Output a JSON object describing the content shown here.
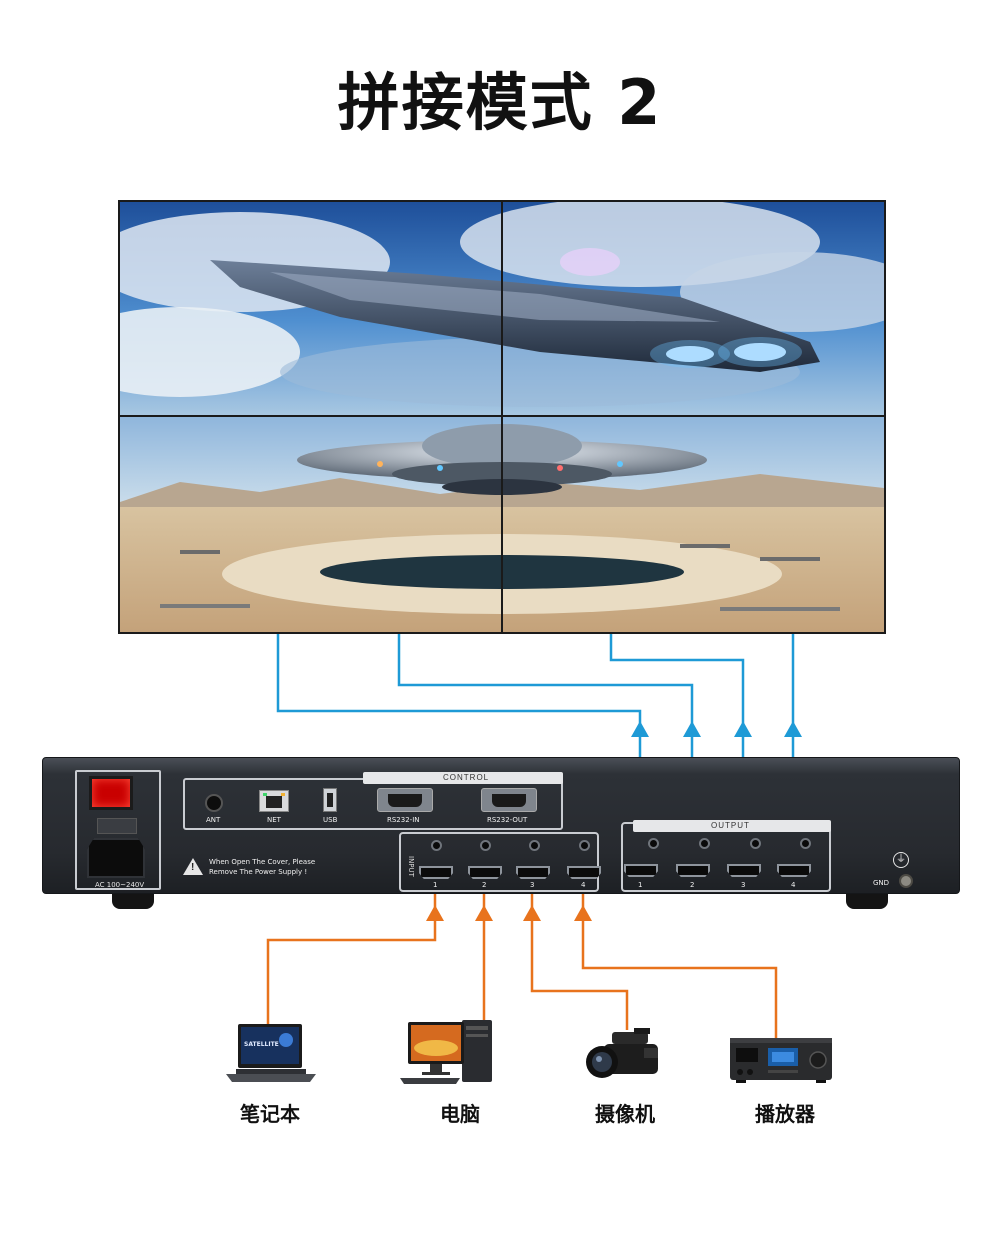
{
  "title": "拼接模式 2",
  "device": {
    "power_rating": "AC 100~240V",
    "control_label": "CONTROL",
    "ant_label": "ANT",
    "net_label": "NET",
    "usb_label": "USB",
    "rs232_in_label": "RS232-IN",
    "rs232_out_label": "RS232-OUT",
    "warning_line1": "When Open The Cover, Please",
    "warning_line2": "Remove The Power Supply !",
    "input_label": "INPUT",
    "output_label": "OUTPUT",
    "input_ports": [
      "1",
      "2",
      "3",
      "4"
    ],
    "output_ports": [
      "1",
      "2",
      "3",
      "4"
    ],
    "gnd_label": "GND"
  },
  "sources": [
    {
      "label": "笔记本",
      "icon": "laptop-icon",
      "screen_text": "SATELLITE"
    },
    {
      "label": "电脑",
      "icon": "desktop-computer-icon"
    },
    {
      "label": "摄像机",
      "icon": "video-camera-icon"
    },
    {
      "label": "播放器",
      "icon": "media-player-icon"
    }
  ],
  "colors": {
    "output_cable": "#1e9ad6",
    "input_cable": "#e8731d",
    "power_switch": "#c90000",
    "device_body": "#2b2e33"
  }
}
